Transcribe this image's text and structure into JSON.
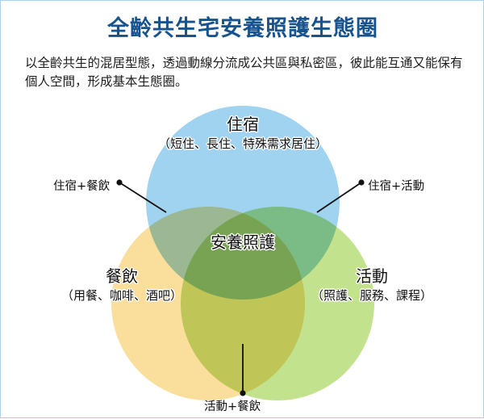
{
  "header": {
    "title": "全齡共生宅安養照護生態圈",
    "subtitle": "以全齡共生的混居型態，透過動線分流成公共區與私密區，彼此能互通又能保有個人空間，形成基本生態圈。"
  },
  "colors": {
    "title": "#17548f",
    "border": "#a9d3ea",
    "circle_top": "#9fd3f0",
    "circle_left": "#fadf9c",
    "circle_right": "#c3e28e",
    "overlap_center": "#aec850",
    "text": "#111111"
  },
  "chart_data": {
    "type": "diagram",
    "subtype": "venn-3-set",
    "title": "全齡共生宅安養照護生態圈",
    "sets": [
      {
        "id": "accommodation",
        "position": "top",
        "label": "住宿",
        "sublabel": "（短住、長住、特殊需求居住）",
        "color": "#9fd3f0"
      },
      {
        "id": "dining",
        "position": "left",
        "label": "餐飲",
        "sublabel": "（用餐、咖啡、酒吧）",
        "color": "#fadf9c"
      },
      {
        "id": "activity",
        "position": "right",
        "label": "活動",
        "sublabel": "（照護、服務、課程）",
        "color": "#c3e28e"
      }
    ],
    "intersections": [
      {
        "id": "center",
        "sets": [
          "accommodation",
          "dining",
          "activity"
        ],
        "label": "安養照護",
        "placement": "center"
      },
      {
        "id": "accommodation-dining",
        "sets": [
          "accommodation",
          "dining"
        ],
        "label": "住宿+餐飲",
        "placement": "callout-left"
      },
      {
        "id": "accommodation-activity",
        "sets": [
          "accommodation",
          "activity"
        ],
        "label": "住宿+活動",
        "placement": "callout-right"
      },
      {
        "id": "activity-dining",
        "sets": [
          "activity",
          "dining"
        ],
        "label": "活動+餐飲",
        "placement": "callout-bottom"
      }
    ]
  },
  "venn": {
    "top": {
      "label": "住宿",
      "sublabel": "（短住、長住、特殊需求居住）"
    },
    "left": {
      "label": "餐飲",
      "sublabel": "（用餐、咖啡、酒吧）"
    },
    "right": {
      "label": "活動",
      "sublabel": "（照護、服務、課程）"
    },
    "center": {
      "label": "安養照護"
    }
  },
  "callouts": {
    "left": "住宿+餐飲",
    "right": "住宿+活動",
    "bottom": "活動+餐飲"
  }
}
